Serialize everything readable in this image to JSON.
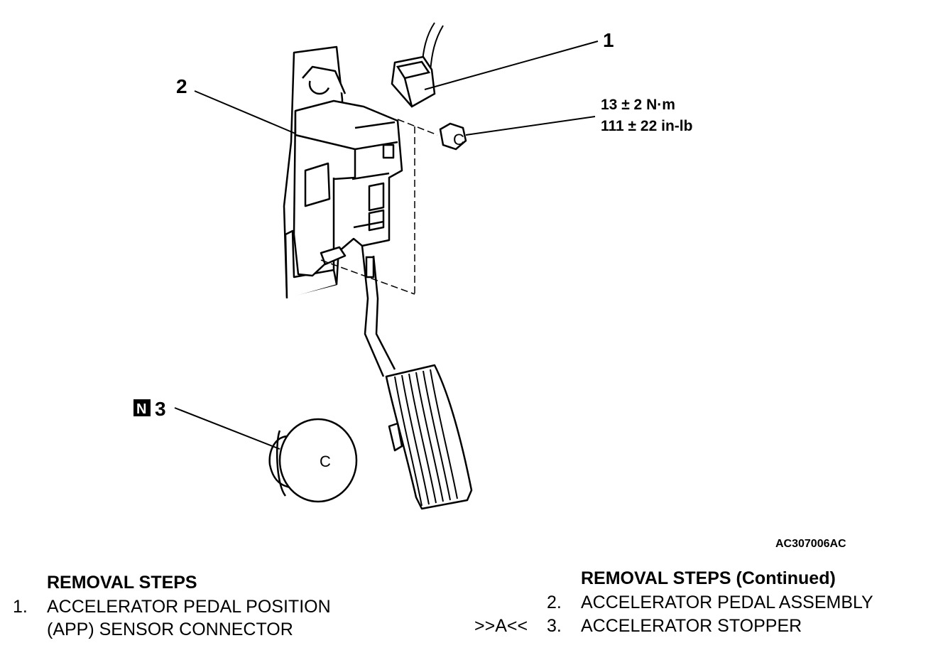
{
  "diagram": {
    "callouts": {
      "c1": "1",
      "c2": "2",
      "c3": "3",
      "n_badge": "N"
    },
    "torque": {
      "line1": "13 ± 2 N·m",
      "line2": "111 ± 22 in-lb"
    },
    "fastener_marks": {
      "nut": "C",
      "stopper": "C"
    },
    "figure_id": "AC307006AC"
  },
  "removal_left": {
    "heading": "REMOVAL STEPS",
    "steps": [
      {
        "num": "1.",
        "line1": "ACCELERATOR PEDAL POSITION",
        "line2": "(APP) SENSOR CONNECTOR"
      }
    ]
  },
  "removal_right": {
    "heading": "REMOVAL STEPS (Continued)",
    "steps": [
      {
        "mark": "",
        "num": "2.",
        "text": "ACCELERATOR PEDAL ASSEMBLY"
      },
      {
        "mark": ">>A<<",
        "num": "3.",
        "text": "ACCELERATOR STOPPER"
      }
    ]
  }
}
